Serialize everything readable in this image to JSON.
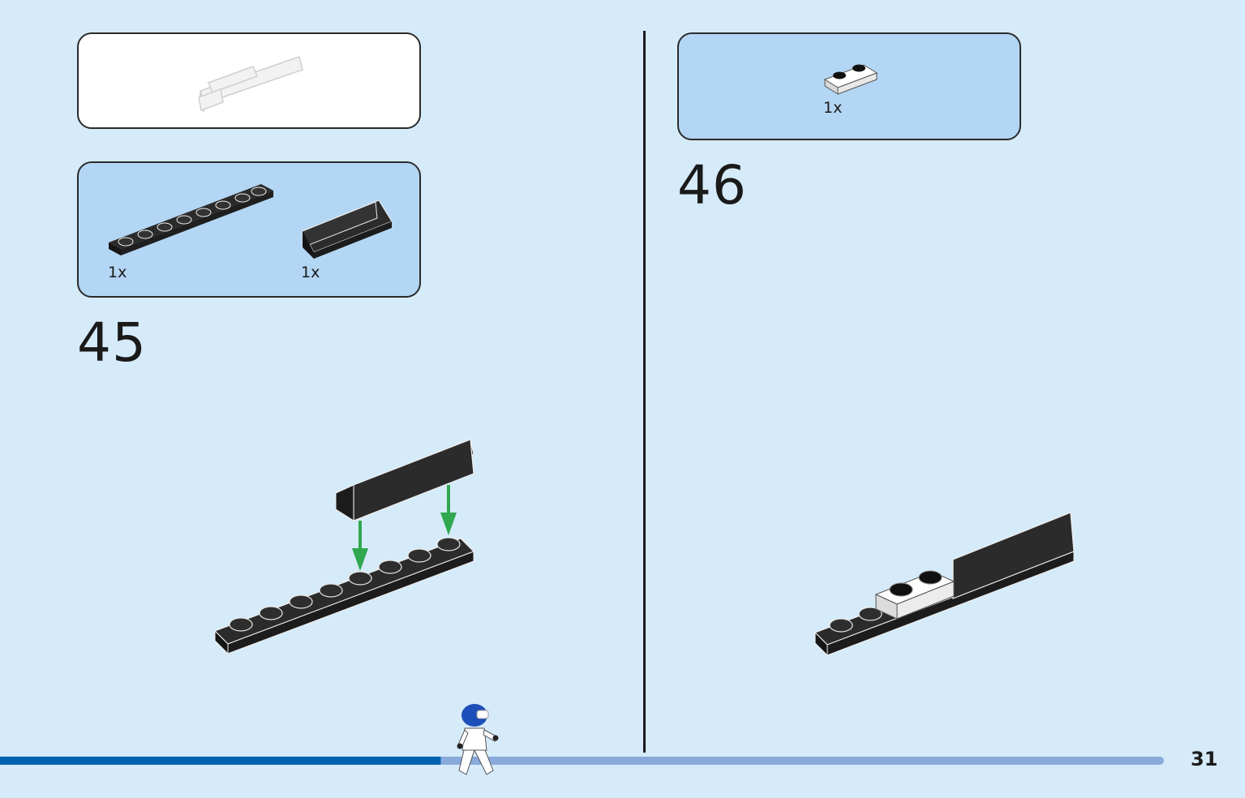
{
  "left_page": {
    "step_number": "45",
    "parts": [
      {
        "qty": "1x",
        "part": "black 1x8 plate"
      },
      {
        "qty": "1x",
        "part": "black 1x4 angle plate"
      }
    ]
  },
  "right_page": {
    "step_number": "46",
    "parts": [
      {
        "qty": "1x",
        "part": "white 1x2 plate"
      }
    ]
  },
  "footer": {
    "page_number": "31",
    "progress": 0.38
  },
  "colors": {
    "background": "#d6ebf9",
    "parts_box": "#b3d6f4",
    "arrow": "#2fa84f",
    "progress_done": "#0063b2",
    "progress_remaining": "#8aa9db"
  }
}
